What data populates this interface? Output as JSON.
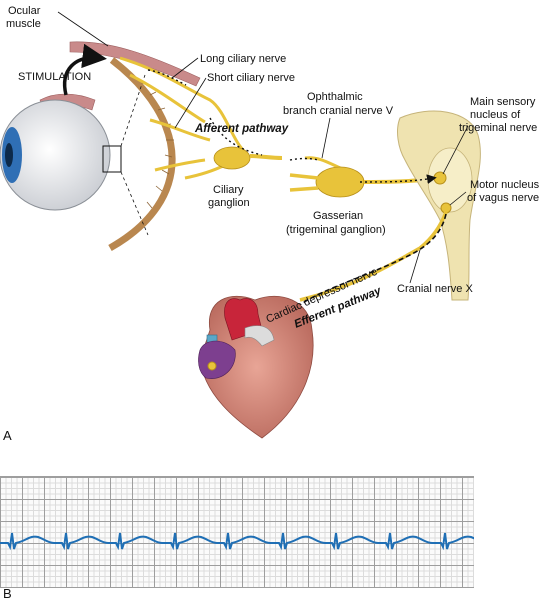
{
  "panel_a": {
    "panel_label": "A",
    "labels": {
      "ocular_muscle_line1": "Ocular",
      "ocular_muscle_line2": "muscle",
      "stimulation": "STIMULATION",
      "long_ciliary_nerve": "Long ciliary nerve",
      "short_ciliary_nerve": "Short ciliary nerve",
      "afferent_pathway": "Afferent pathway",
      "ciliary_ganglion_line1": "Ciliary",
      "ciliary_ganglion_line2": "ganglion",
      "ophthalmic_line1": "Ophthalmic",
      "ophthalmic_line2": "branch cranial nerve V",
      "gasserian_line1": "Gasserian",
      "gasserian_line2": "(trigeminal ganglion)",
      "main_sensory_line1": "Main sensory",
      "main_sensory_line2": "nucleus of",
      "main_sensory_line3": "trigeminal nerve",
      "motor_nucleus_line1": "Motor nucleus",
      "motor_nucleus_line2": "of vagus nerve",
      "cranial_nerve_x": "Cranial nerve X",
      "cardiac_depressor_nerve": "Cardiac depressor nerve",
      "efferent_pathway": "Efferent pathway"
    },
    "colors": {
      "nerve": "#e8c33a",
      "nerve_outline": "#b8901a",
      "brainstem": "#efe3b0",
      "eye_white": "#eef0f3",
      "iris": "#2f6fb5",
      "muscle": "#c98a8a",
      "orbit_bone": "#b9874f",
      "heart": "#d98b7e",
      "aorta": "#c8253a",
      "atrium": "#7d3f8f",
      "vessel_blue": "#5aa7c8"
    }
  },
  "panel_b": {
    "panel_label": "B",
    "ecg_color": "#1f6fb5"
  }
}
